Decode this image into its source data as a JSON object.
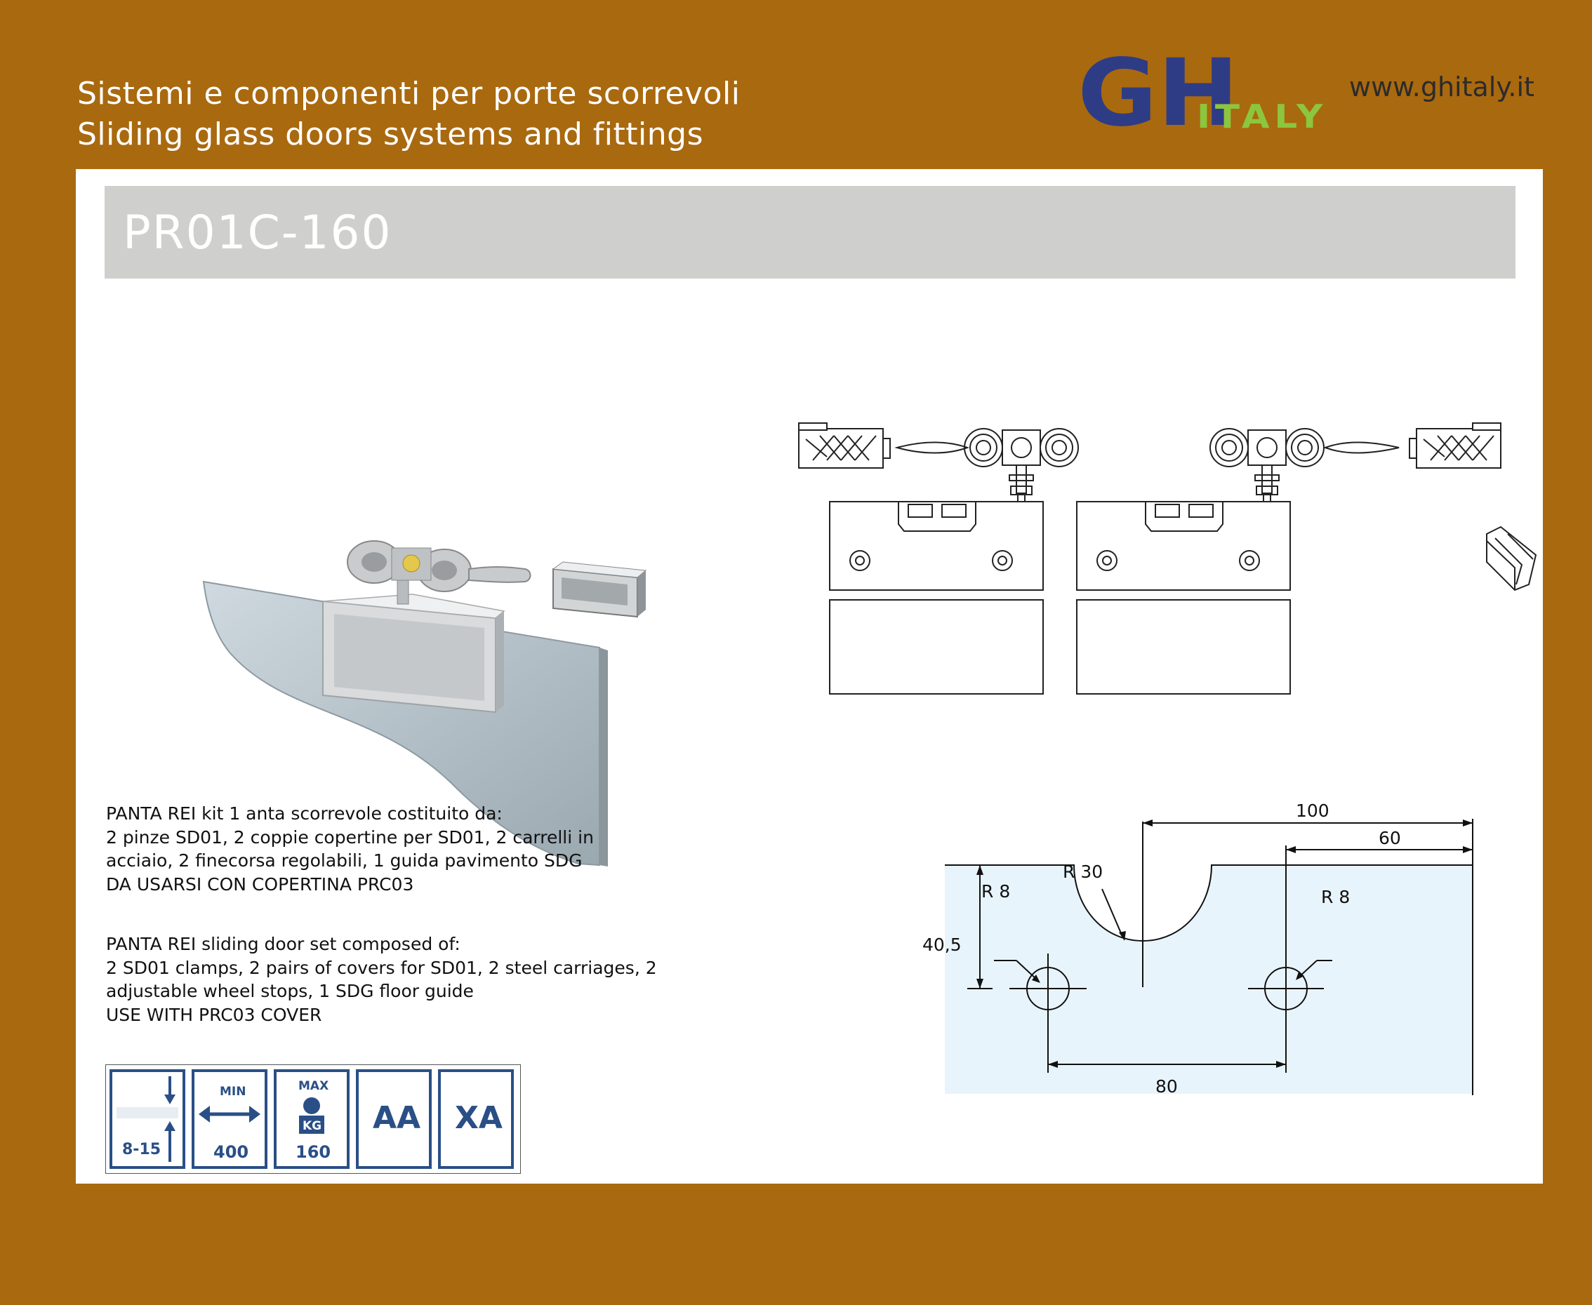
{
  "header": {
    "line1": "Sistemi e componenti per porte scorrevoli",
    "line2": "Sliding glass doors systems and fittings",
    "website": "www.ghitaly.it"
  },
  "logo": {
    "main": "GH",
    "sub": "ITALY",
    "colors": {
      "main": "#2e3c86",
      "sub": "#8cc63e"
    }
  },
  "product": {
    "code": "PR01C-160"
  },
  "description_it": [
    "PANTA REI kit 1 anta scorrevole costituito da:",
    "2 pinze SD01, 2 coppie copertine per SD01, 2 carrelli in",
    "acciaio, 2 finecorsa regolabili, 1 guida pavimento SDG",
    "DA USARSI CON COPERTINA PRC03"
  ],
  "description_en": [
    "PANTA REI sliding door set composed of:",
    "2 SD01 clamps, 2 pairs of covers for SD01, 2 steel carriages, 2",
    "adjustable wheel stops, 1 SDG floor guide",
    "USE WITH PRC03 COVER"
  ],
  "dimensions": {
    "d100": "100",
    "d60": "60",
    "r30": "R 30",
    "d40_5": "40,5",
    "r8_left": "R 8",
    "r8_right": "R 8",
    "d80": "80"
  },
  "specs": {
    "thickness": {
      "value": "8-15",
      "icon": "glass-thickness-icon"
    },
    "min_width": {
      "label": "MIN",
      "value": "400",
      "icon": "double-arrow-icon"
    },
    "max_weight": {
      "label": "MAX",
      "unit": "KG",
      "value": "160",
      "icon": "weight-icon"
    },
    "finish1": "AA",
    "finish2": "XA"
  },
  "colors": {
    "background": "#a9690f",
    "title_bar": "#cfd0ce",
    "spec_blue": "#2a4f86",
    "glass_blue": "#e8f4fb"
  }
}
